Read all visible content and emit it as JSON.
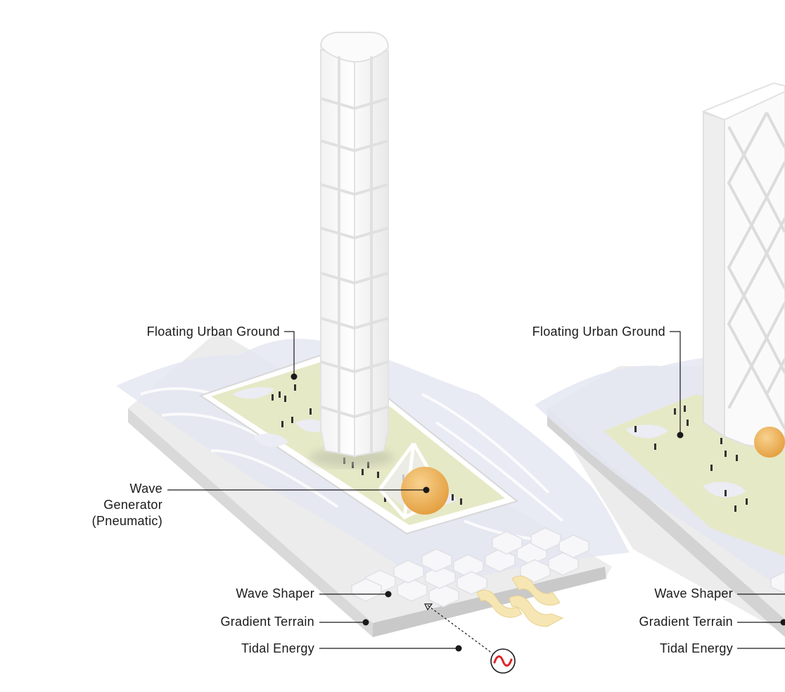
{
  "left_panel": {
    "labels": {
      "floating_urban_ground": "Floating Urban Ground",
      "wave_generator_1": "Wave",
      "wave_generator_2": "Generator",
      "wave_generator_3": "(Pneumatic)",
      "wave_shaper": "Wave Shaper",
      "gradient_terrain": "Gradient Terrain",
      "tidal_energy": "Tidal Energy"
    }
  },
  "right_panel": {
    "labels": {
      "floating_urban_ground": "Floating Urban Ground",
      "wave_shaper": "Wave Shaper",
      "gradient_terrain": "Gradient Terrain",
      "tidal_energy": "Tidal Energy"
    }
  },
  "colors": {
    "terrain": "#e8e8e8",
    "water": "#e4e6f2",
    "ground": "#e6e9c6",
    "sphere": "#f2b85c",
    "energy_symbol": "#d8262b",
    "arrows": "#f6e6b4"
  },
  "icons": [
    "tidal-energy-symbol-icon",
    "wave-arrow-icon"
  ]
}
